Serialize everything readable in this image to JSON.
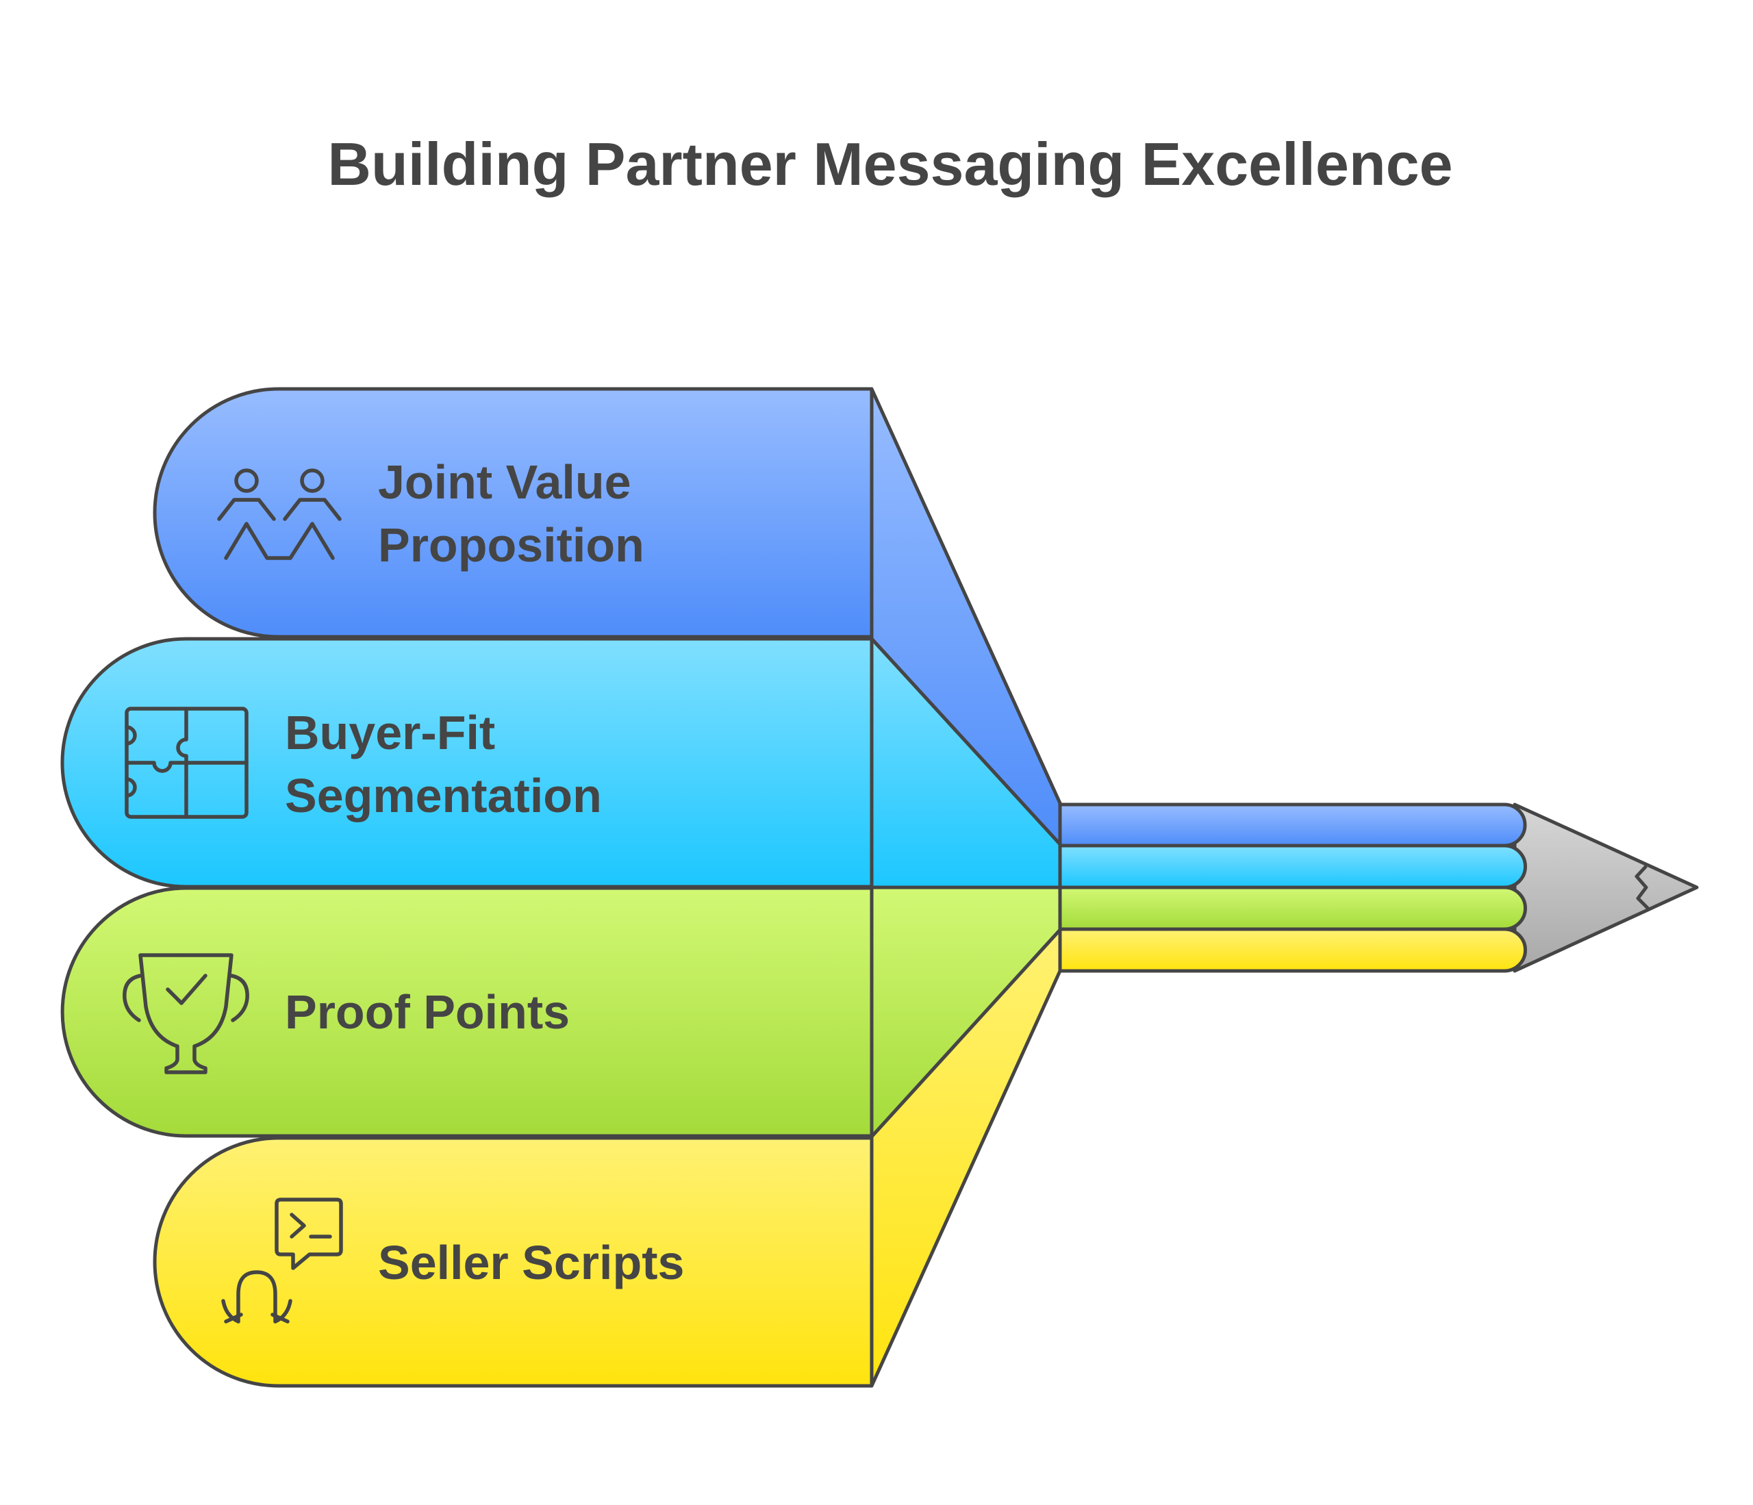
{
  "title": "Building Partner Messaging Excellence",
  "colors": {
    "outline": "#454545",
    "text": "#454545",
    "blue_light": "#97BCFF",
    "blue_dark": "#4F8DFA",
    "cyan_light": "#80DFFF",
    "cyan_dark": "#1CC7FF",
    "green_light": "#D2F874",
    "green_dark": "#A4DB3A",
    "yellow_light": "#FFF173",
    "yellow_dark": "#FFE40E",
    "pencil_tip_light": "#D7D7D7",
    "pencil_tip_dark": "#A8A8A8"
  },
  "items": [
    {
      "id": "joint-value",
      "label_lines": [
        "Joint Value",
        "Proposition"
      ],
      "icon": "people-icon",
      "color": "blue"
    },
    {
      "id": "buyer-fit",
      "label_lines": [
        "Buyer-Fit",
        "Segmentation"
      ],
      "icon": "puzzle-icon",
      "color": "cyan"
    },
    {
      "id": "proof-points",
      "label_lines": [
        "Proof Points"
      ],
      "icon": "trophy-icon",
      "color": "green"
    },
    {
      "id": "seller-scripts",
      "label_lines": [
        "Seller Scripts"
      ],
      "icon": "speaker-script-icon",
      "color": "yellow"
    }
  ]
}
